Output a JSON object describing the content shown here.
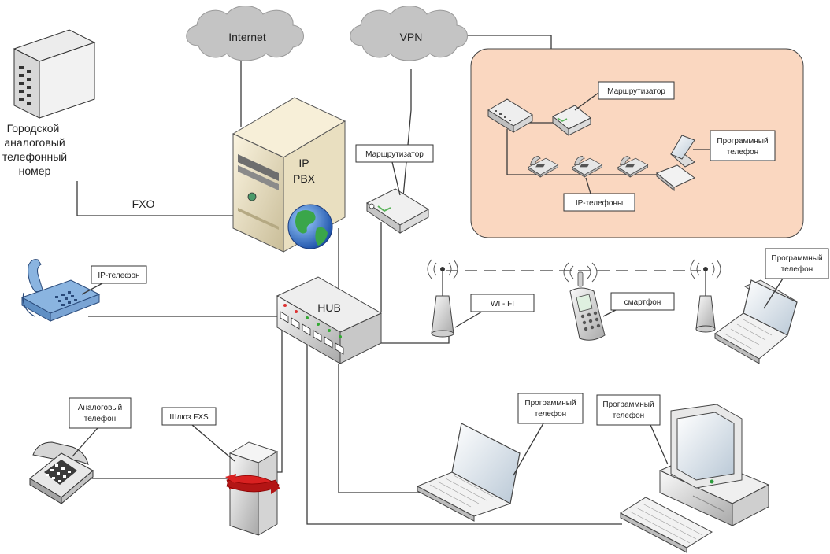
{
  "clouds": {
    "internet": "Internet",
    "vpn": "VPN"
  },
  "pstn": {
    "line1": "Городской",
    "line2": "аналоговый",
    "line3": "телефонный",
    "line4": "номер"
  },
  "fxo": "FXO",
  "pbx": {
    "line1": "IP",
    "line2": "PBX"
  },
  "hub": "HUB",
  "callouts": {
    "router_main": "Маршрутизатор",
    "router_branch": "Маршрутизатор",
    "softphone_branch_1": "Программный",
    "softphone_branch_2": "телефон",
    "ip_phones_branch": "IP-телефоны",
    "ip_phone": "IP-телефон",
    "wifi": "WI - FI",
    "smartphone": "смартфон",
    "softphone_wifi_1": "Программный",
    "softphone_wifi_2": "телефон",
    "analog_phone_1": "Аналоговый",
    "analog_phone_2": "телефон",
    "fxs_gateway": "Шлюз FXS",
    "softphone_laptop_1": "Программный",
    "softphone_laptop_2": "телефон",
    "softphone_pc_1": "Программный",
    "softphone_pc_2": "телефон"
  },
  "colors": {
    "branch_fill": "#fad7c0",
    "cloud": "#c4c4c4",
    "phone_blue": "#8ab4e0"
  },
  "icons": [
    "cloud-icon",
    "pbx-server-icon",
    "globe-icon",
    "hub-icon",
    "router-icon",
    "switch-icon",
    "ip-phone-icon",
    "analog-phone-icon",
    "fxs-gateway-icon",
    "wifi-antenna-icon",
    "smartphone-icon",
    "laptop-icon",
    "desktop-pc-icon",
    "keyboard-icon",
    "telephone-exchange-icon"
  ]
}
